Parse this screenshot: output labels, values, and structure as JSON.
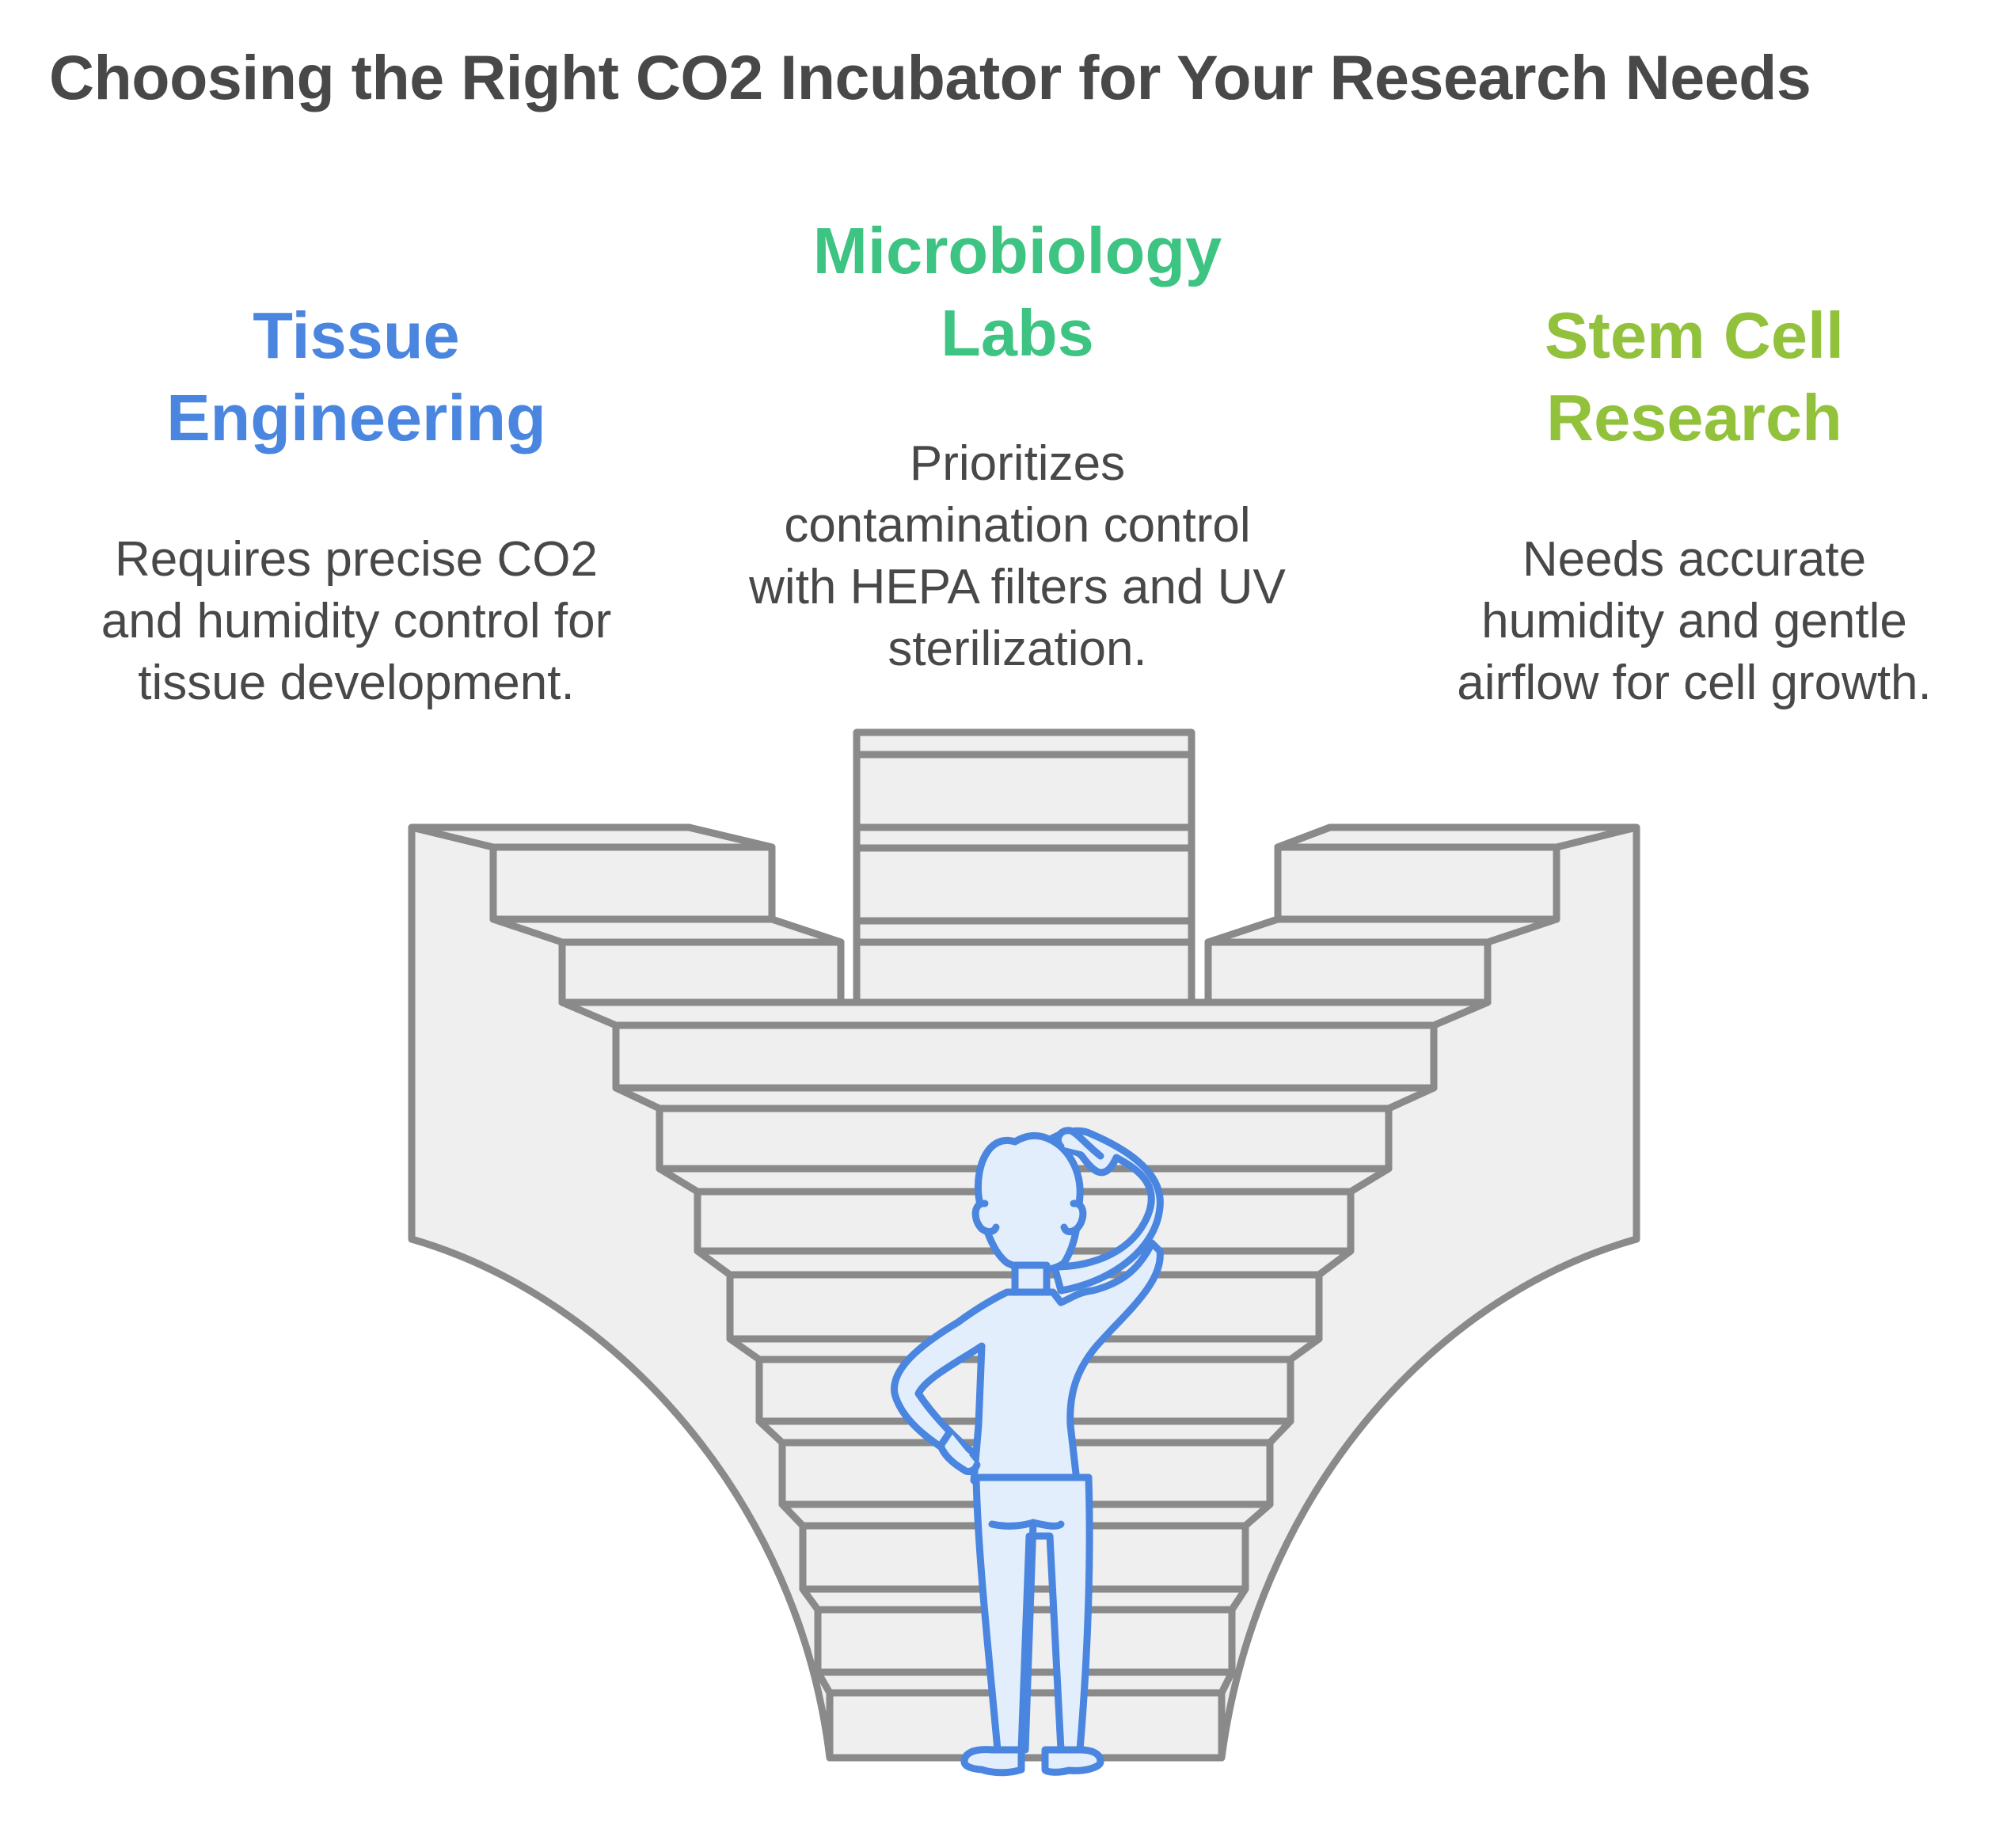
{
  "title": "Choosing the Right CO2 Incubator for Your Research Needs",
  "options": [
    {
      "id": "tissue",
      "heading_lines": [
        "Tissue",
        "Engineering"
      ],
      "color": "#4A86E0",
      "description_lines": [
        "Requires precise CO2",
        "and humidity control for",
        "tissue development."
      ]
    },
    {
      "id": "micro",
      "heading_lines": [
        "Microbiology",
        "Labs"
      ],
      "color": "#3DC482",
      "description_lines": [
        "Prioritizes",
        "contamination control",
        "with HEPA filters and UV",
        "sterilization."
      ]
    },
    {
      "id": "stem",
      "heading_lines": [
        "Stem Cell",
        "Research"
      ],
      "color": "#92C13C",
      "description_lines": [
        "Needs accurate",
        "humidity and gentle",
        "airflow for cell growth."
      ]
    }
  ],
  "illustration": {
    "stairs_fill": "#EFEFEF",
    "stairs_stroke": "#8A8A8A",
    "person_fill": "#E3EEFC",
    "person_stroke": "#4A86E0",
    "icon": "person-contemplating-staircase-icon"
  }
}
